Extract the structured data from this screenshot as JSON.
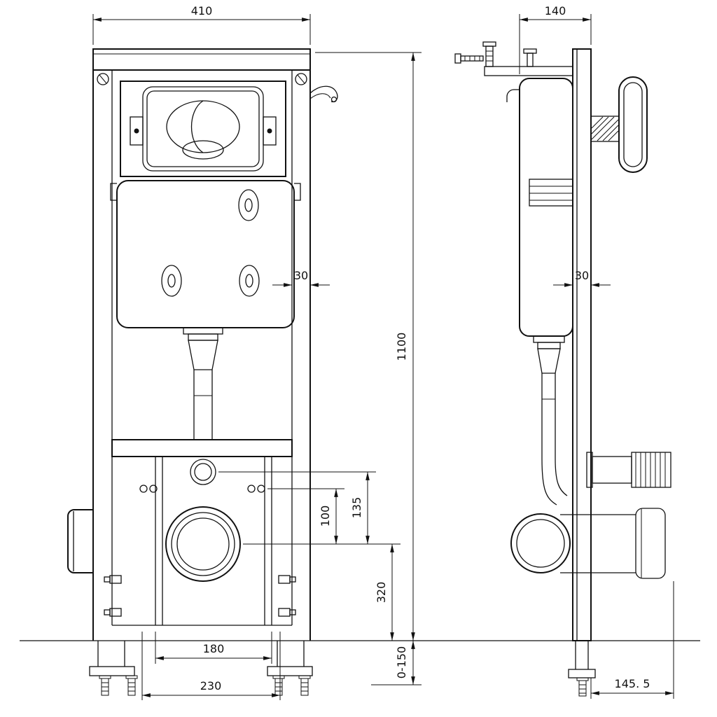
{
  "colors": {
    "background": "#ffffff",
    "line": "#111111"
  },
  "dimensions": {
    "front_width": "410",
    "side_depth": "140",
    "frame_profile_front": "30",
    "frame_profile_side": "30",
    "overall_height": "1100",
    "fixing_to_outlet": "100",
    "bend_to_outlet": "135",
    "outlet_center_height": "320",
    "fixing_bolt_spacing": "180",
    "rail_spacing": "230",
    "foot_adjustment_range": "0-150",
    "outlet_projection": "145. 5"
  }
}
